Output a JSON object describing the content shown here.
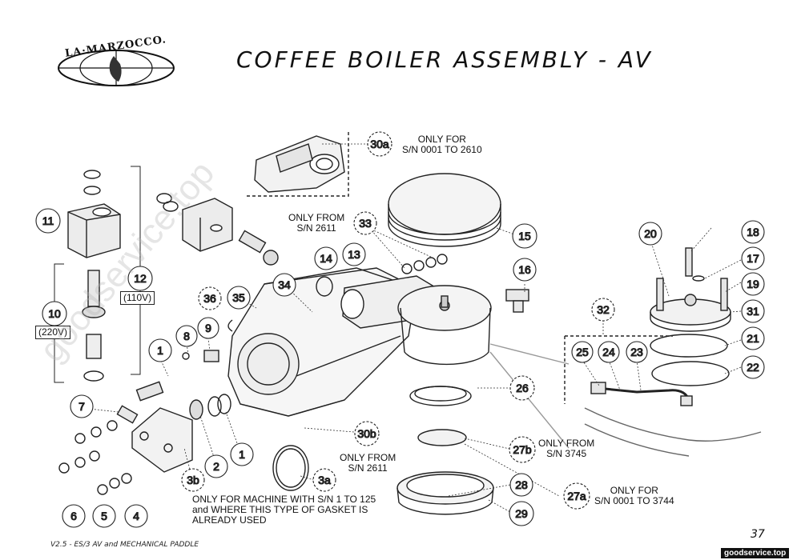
{
  "header": {
    "brand": "LA·MARZOCCO.",
    "title": "COFFEE BOILER ASSEMBLY - AV"
  },
  "notes": {
    "n30a": [
      "ONLY FOR",
      "S/N 0001 TO 2610"
    ],
    "n33": [
      "ONLY FROM",
      "S/N 2611"
    ],
    "n30b": [
      "ONLY FROM",
      "S/N 2611"
    ],
    "n27b": [
      "ONLY FROM",
      "S/N 3745"
    ],
    "n27a": [
      "ONLY FOR",
      "S/N 0001 TO 3744"
    ],
    "n3a": [
      "ONLY FOR MACHINE WITH S/N 1 TO 125",
      "and WHERE THIS TYPE OF GASKET IS",
      "ALREADY USED"
    ]
  },
  "voltage": {
    "v110": "(110V)",
    "v220": "(220V)"
  },
  "callouts": [
    "1",
    "1",
    "2",
    "3a",
    "3b",
    "4",
    "5",
    "6",
    "7",
    "8",
    "9",
    "10",
    "11",
    "12",
    "13",
    "14",
    "15",
    "16",
    "17",
    "18",
    "19",
    "20",
    "21",
    "22",
    "23",
    "24",
    "25",
    "26",
    "27a",
    "27b",
    "28",
    "29",
    "30a",
    "30b",
    "31",
    "32",
    "33",
    "34",
    "35",
    "36"
  ],
  "footer": {
    "left": "V2.5 - ES/3 AV and MECHANICAL PADDLE",
    "page": "37",
    "site": "goodservice.top",
    "watermark": "goodservice.top"
  }
}
